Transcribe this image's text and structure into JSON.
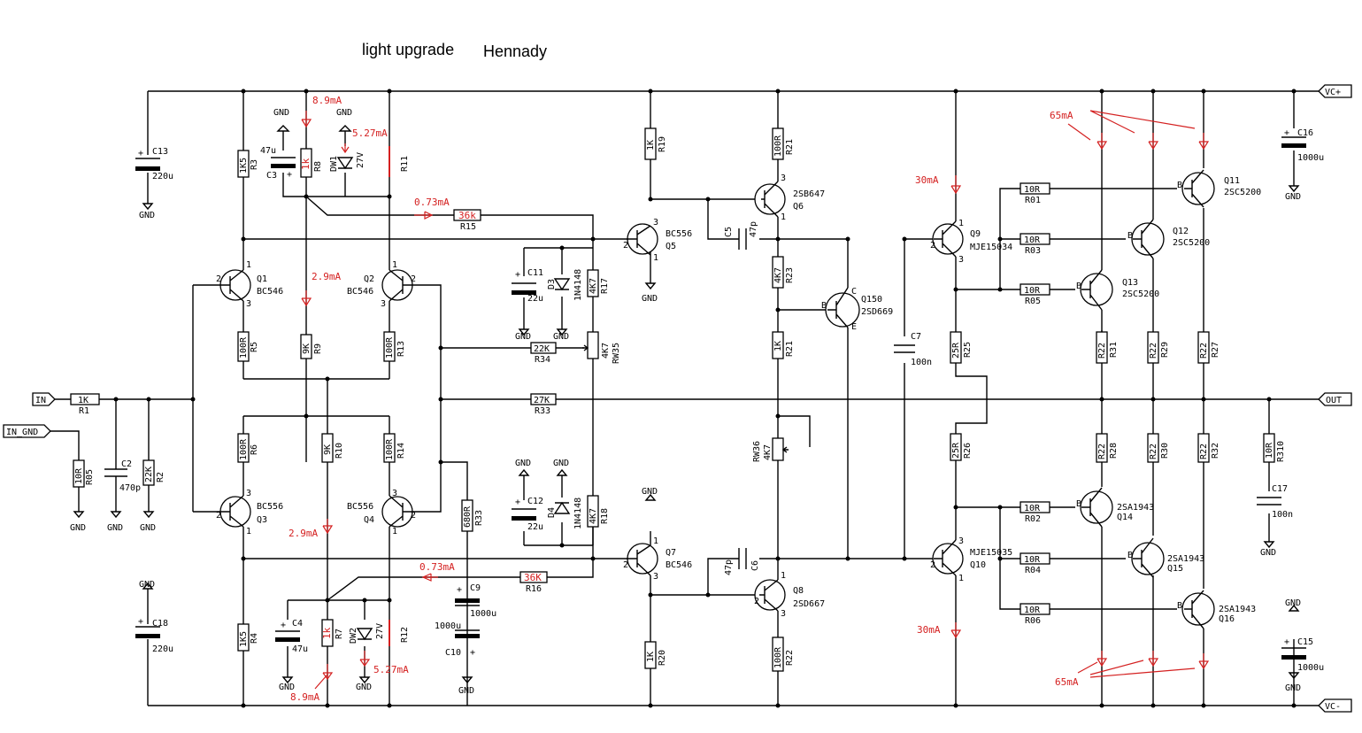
{
  "title": "light upgrade",
  "author": "Hennady",
  "ports": {
    "in": "IN",
    "in_gnd": "IN_GND",
    "out": "OUT",
    "vcp": "VC+",
    "vcn": "VC-"
  },
  "gnd": "GND",
  "resistors": {
    "r1": [
      "1K",
      "R1"
    ],
    "r05": [
      "10R",
      "R05"
    ],
    "r2": [
      "22K",
      "R2"
    ],
    "r3": [
      "1K5",
      "R3"
    ],
    "r4": [
      "1K5",
      "R4"
    ],
    "r5": [
      "100R",
      "R5"
    ],
    "r6": [
      "100R",
      "R6"
    ],
    "r8": [
      "1k",
      "R8"
    ],
    "r7": [
      "1k",
      "R7"
    ],
    "r9": [
      "9K",
      "R9"
    ],
    "r10": [
      "9K",
      "R10"
    ],
    "r11": "R11",
    "r12": "R12",
    "r13": [
      "100R",
      "R13"
    ],
    "r14": [
      "100R",
      "R14"
    ],
    "r15": [
      "36k",
      "R15"
    ],
    "r16": [
      "36K",
      "R16"
    ],
    "r17": [
      "4K7",
      "R17"
    ],
    "r18": [
      "4K7",
      "R18"
    ],
    "r34": [
      "22K",
      "R34"
    ],
    "r33": [
      "27K",
      "R33"
    ],
    "r33b": [
      "680R",
      "R33"
    ],
    "rw35": [
      "4K7",
      "RW35"
    ],
    "r19": [
      "1K",
      "R19"
    ],
    "r20": [
      "1K",
      "R20"
    ],
    "r21a": [
      "100R",
      "R21"
    ],
    "r23": [
      "4K7",
      "R23"
    ],
    "r21b": [
      "1K",
      "R21"
    ],
    "rw36": [
      "RW36",
      "4K7"
    ],
    "r22": [
      "100R",
      "R22"
    ],
    "r25": [
      "25R",
      "R25"
    ],
    "r26": [
      "25R",
      "R26"
    ],
    "r01": [
      "10R",
      "R01"
    ],
    "r03": [
      "10R",
      "R03"
    ],
    "r05b": [
      "10R",
      "R05"
    ],
    "r02": [
      "10R",
      "R02"
    ],
    "r04": [
      "10R",
      "R04"
    ],
    "r06": [
      "10R",
      "R06"
    ],
    "r31": [
      "R22",
      "R31"
    ],
    "r29": [
      "R22",
      "R29"
    ],
    "r27": [
      "R22",
      "R27"
    ],
    "r28": [
      "R22",
      "R28"
    ],
    "r30": [
      "R22",
      "R30"
    ],
    "r32": [
      "R22",
      "R32"
    ],
    "r310": [
      "10R",
      "R310"
    ]
  },
  "capacitors": {
    "c13": [
      "C13",
      "220u"
    ],
    "c18": [
      "C18",
      "220u"
    ],
    "c2": [
      "C2",
      "470p"
    ],
    "c3": [
      "47u",
      "C3"
    ],
    "c4": [
      "C4",
      "47u"
    ],
    "c11": [
      "C11",
      "22u"
    ],
    "c12": [
      "C12",
      "22u"
    ],
    "c9": [
      "C9",
      "1000u"
    ],
    "c10": [
      "1000u",
      "C10"
    ],
    "c5": [
      "C5",
      "47p"
    ],
    "c6": [
      "47p",
      "C6"
    ],
    "c7": [
      "C7",
      "100n"
    ],
    "c16": [
      "C16",
      "1000u"
    ],
    "c15": [
      "C15",
      "1000u"
    ],
    "c17": [
      "C17",
      "100n"
    ]
  },
  "diodes": {
    "dw1": [
      "DW1",
      "27V"
    ],
    "dw2": [
      "DW2",
      "27V"
    ],
    "d3": [
      "D3",
      "1N4148"
    ],
    "d4": [
      "D4",
      "1N4148"
    ]
  },
  "transistors": {
    "q1": [
      "Q1",
      "BC546"
    ],
    "q2": [
      "Q2",
      "BC546"
    ],
    "q3": [
      "BC556",
      "Q3"
    ],
    "q4": [
      "BC556",
      "Q4"
    ],
    "q5": [
      "BC556",
      "Q5"
    ],
    "q7": [
      "Q7",
      "BC546"
    ],
    "q6": [
      "2SB647",
      "Q6"
    ],
    "q8": [
      "Q8",
      "2SD667"
    ],
    "q150": [
      "Q150",
      "2SD669"
    ],
    "q9": [
      "Q9",
      "MJE15034"
    ],
    "q10": [
      "MJE15035",
      "Q10"
    ],
    "q11": [
      "Q11",
      "2SC5200"
    ],
    "q12": [
      "Q12",
      "2SC5200"
    ],
    "q13": [
      "Q13",
      "2SC5200"
    ],
    "q14": [
      "2SA1943",
      "Q14"
    ],
    "q15": [
      "2SA1943",
      "Q15"
    ],
    "q16": [
      "2SA1943",
      "Q16"
    ]
  },
  "currents": {
    "i1": "8.9mA",
    "i2": "5.27mA",
    "i3": "0.73mA",
    "i4": "2.9mA",
    "i5": "2.9mA",
    "i6": "0.73mA",
    "i7": "5.27mA",
    "i8": "8.9mA",
    "i9": "30mA",
    "i10": "30mA",
    "i11": "65mA",
    "i12": "65mA"
  },
  "colors": {
    "wire": "#000000",
    "annotation": "#d42020",
    "background": "#ffffff"
  }
}
